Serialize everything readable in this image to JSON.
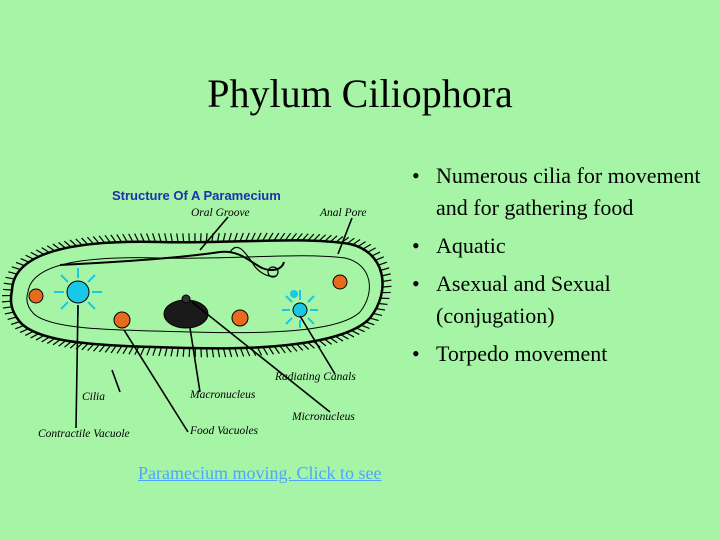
{
  "slide": {
    "title": "Phylum Ciliophora",
    "bullets": [
      "Numerous cilia for movement and for gathering food",
      "Aquatic",
      "Asexual and Sexual (conjugation)",
      "Torpedo movement"
    ],
    "link_text": "Paramecium moving. Click to see"
  },
  "diagram": {
    "heading": "Structure Of A Paramecium",
    "labels": {
      "oral_groove": "Oral Groove",
      "anal_pore": "Anal Pore",
      "radiating_canals": "Radiating Canals",
      "cilia": "Cilia",
      "macronucleus": "Macronucleus",
      "micronucleus": "Micronucleus",
      "contractile_vacuole": "Contractile Vacuole",
      "food_vacuoles": "Food Vacuoles"
    },
    "colors": {
      "heading": "#1e2fb0",
      "body_fill": "#a6f5a6",
      "contractile_vacuole": "#19c8e6",
      "food_vacuole": "#e86a1e",
      "macronucleus": "#1a1a1a"
    }
  }
}
